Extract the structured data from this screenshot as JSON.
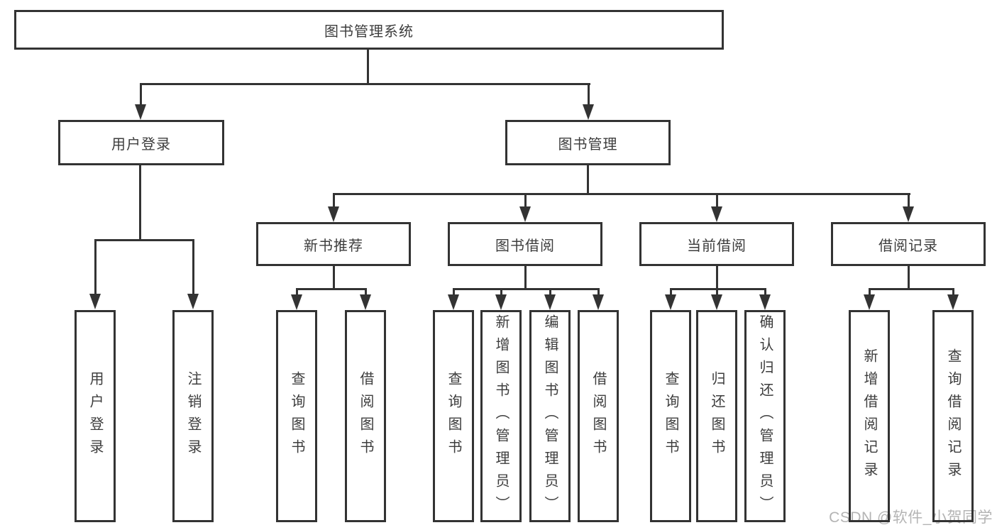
{
  "diagram": {
    "root": {
      "label": "图书管理系统"
    },
    "level2": [
      "用户登录",
      "图书管理"
    ],
    "level3": [
      "新书推荐",
      "图书借阅",
      "当前借阅",
      "借阅记录"
    ],
    "leaves": {
      "user_login": [
        "用户登录",
        "注销登录"
      ],
      "recommend": [
        "查询图书",
        "借阅图书"
      ],
      "borrow": [
        "查询图书",
        "新增图书（管理员）",
        "编辑图书（管理员）",
        "借阅图书"
      ],
      "current": [
        "查询图书",
        "归还图书",
        "确认归还（管理员）"
      ],
      "records": [
        "新增借阅记录",
        "查询借阅记录"
      ]
    }
  },
  "watermark": {
    "text": "CSDN @软件_小贺同学"
  },
  "colors": {
    "line": "#333333",
    "text": "#3d3d3d",
    "background": "#ffffff",
    "watermark": "#b4b4b4"
  }
}
